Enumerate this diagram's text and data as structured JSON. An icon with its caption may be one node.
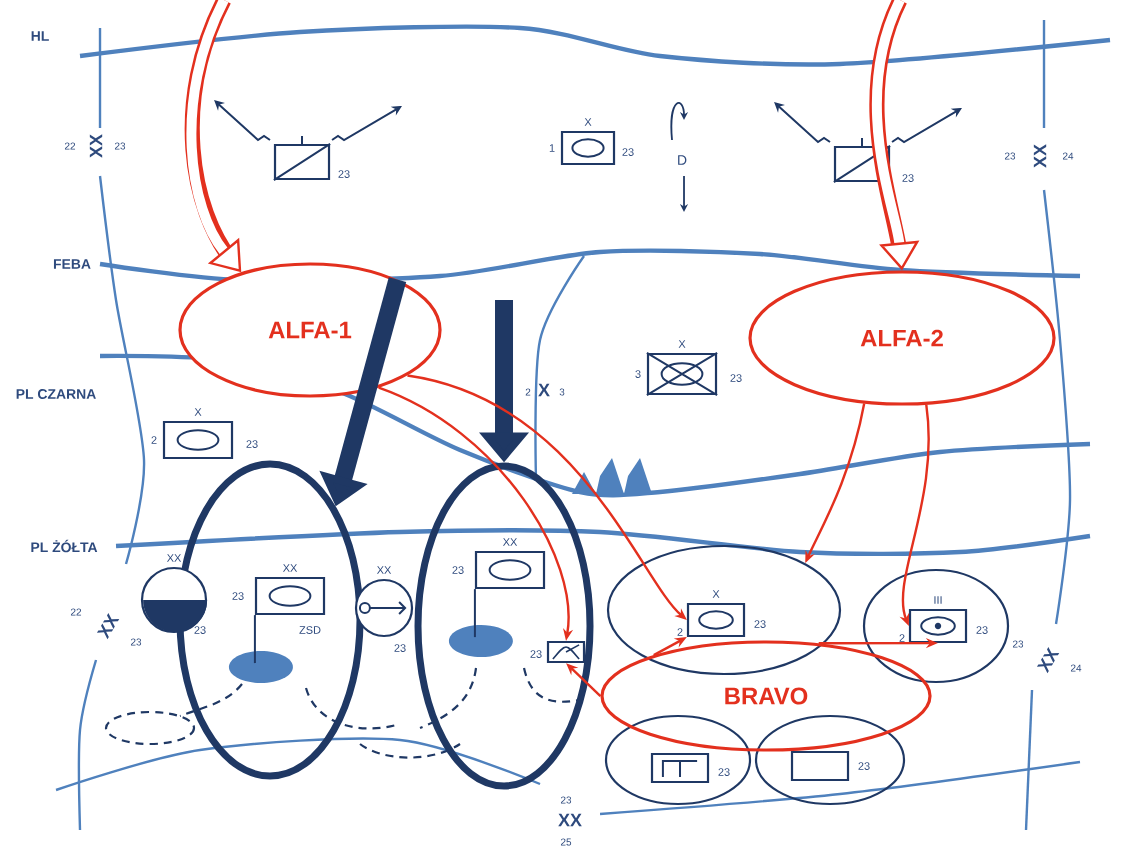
{
  "diagram": {
    "nodes": [
      {
        "text": [],
        "shape": "box",
        "beside": [
          "23"
        ]
      },
      {
        "text": [],
        "shape": "box",
        "beside": [
          "X",
          "1",
          "23"
        ]
      },
      {
        "text": [],
        "shape": "box",
        "beside": [
          "23"
        ]
      },
      {
        "text": [
          "ALFA-1"
        ]
      },
      {
        "text": [
          "ALFA-2"
        ]
      },
      {
        "text": [],
        "shape": "box",
        "beside": [
          "X",
          "3",
          "23"
        ]
      },
      {
        "text": [],
        "shape": "box",
        "beside": [
          "X",
          "2",
          "23"
        ]
      },
      {
        "text": [],
        "shape": "ellipse"
      },
      {
        "text": [],
        "shape": "ellipse"
      },
      {
        "text": [],
        "shape": "circle",
        "beside": [
          "XX",
          "23"
        ]
      },
      {
        "text": [],
        "shape": "box",
        "beside": [
          "XX",
          "23",
          "ZSD"
        ],
        "in": 7
      },
      {
        "text": [],
        "shape": "circle",
        "beside": [
          "XX",
          "23"
        ]
      },
      {
        "text": [],
        "shape": "box",
        "beside": [
          "XX",
          "23"
        ],
        "in": 8
      },
      {
        "text": [],
        "shape": "box",
        "beside": [
          "23"
        ],
        "in": 8
      },
      {
        "text": [],
        "shape": "ellipse"
      },
      {
        "text": [],
        "shape": "box",
        "beside": [
          "X",
          "2",
          "23"
        ],
        "in": 14
      },
      {
        "text": [],
        "shape": "ellipse"
      },
      {
        "text": [],
        "shape": "box",
        "beside": [
          "III",
          "2",
          "23"
        ],
        "in": 16
      },
      {
        "text": [
          "BRAVO"
        ]
      },
      {
        "text": [],
        "shape": "ellipse"
      },
      {
        "text": [],
        "shape": "box",
        "beside": [
          "23"
        ],
        "in": 19
      },
      {
        "text": [],
        "shape": "ellipse"
      },
      {
        "text": [],
        "shape": "box",
        "beside": [
          "23"
        ],
        "in": 21
      }
    ],
    "edges": [
      {
        "from": null,
        "to": 3,
        "arrow": "to",
        "style": "thick"
      },
      {
        "from": null,
        "to": 4,
        "arrow": "to",
        "style": "thick"
      },
      {
        "from": 3,
        "to": 7,
        "arrow": "to",
        "style": "thick",
        "color": "#1f3864"
      },
      {
        "from": null,
        "to": 8,
        "arrow": "to",
        "style": "thick",
        "color": "#1f3864"
      },
      {
        "from": 3,
        "to": 15,
        "arrow": "to"
      },
      {
        "from": 3,
        "to": 13,
        "arrow": "to"
      },
      {
        "from": 4,
        "to": 17,
        "arrow": "to"
      },
      {
        "from": 4,
        "to": 14,
        "arrow": "to"
      },
      {
        "from": 18,
        "to": 15,
        "arrow": "to"
      },
      {
        "from": 18,
        "to": 13,
        "arrow": "to"
      },
      {
        "from": 18,
        "to": 17,
        "arrow": "to"
      }
    ],
    "labels": [
      "HL",
      "22",
      "XX",
      "23",
      "23",
      "XX",
      "24",
      "D",
      "FEBA",
      "PL CZARNA",
      "2",
      "X",
      "3",
      "PL ŻÓŁTA",
      "22",
      "XX",
      "23",
      "23",
      "XX",
      "24",
      "23",
      "XX",
      "25"
    ]
  }
}
